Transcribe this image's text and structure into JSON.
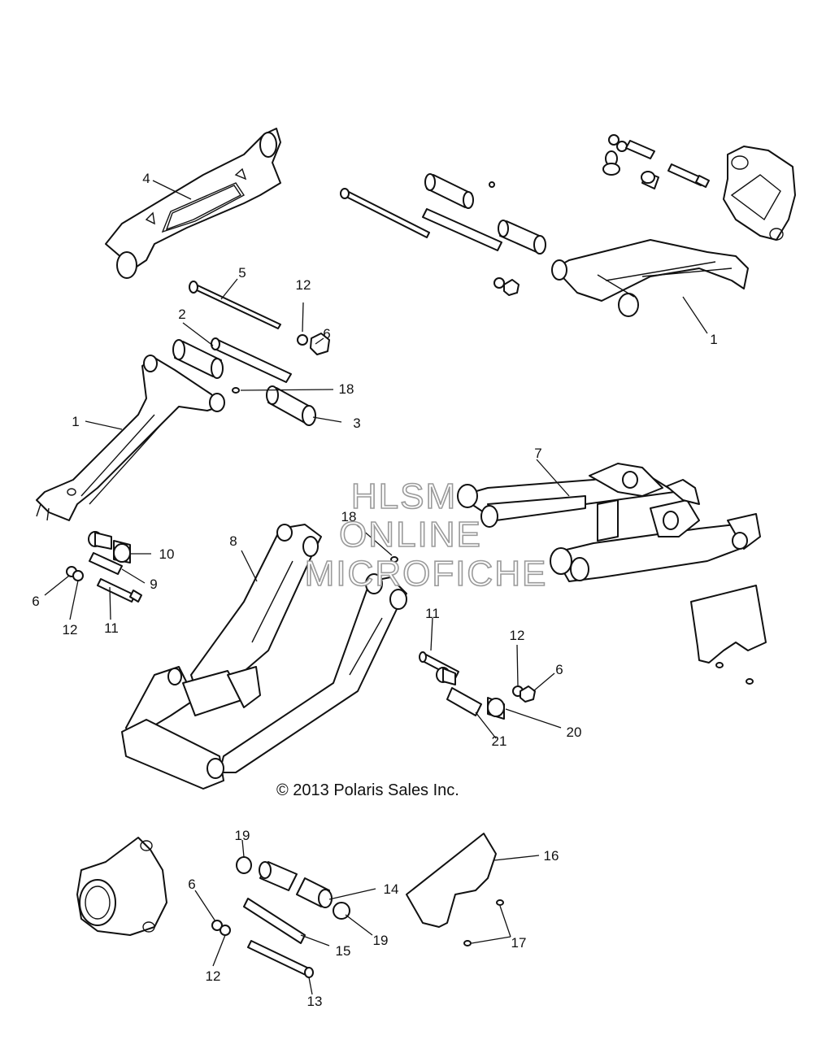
{
  "watermark": {
    "line1": "HLSM",
    "line2": "ONLINE",
    "line3": "MICROFICHE"
  },
  "copyright": "© 2013 Polaris Sales Inc.",
  "callouts": [
    "4",
    "5",
    "12",
    "6",
    "2",
    "18",
    "3",
    "1",
    "1",
    "7",
    "8",
    "18",
    "10",
    "9",
    "6",
    "12",
    "11",
    "11",
    "12",
    "6",
    "20",
    "21",
    "16",
    "19",
    "6",
    "14",
    "19",
    "15",
    "12",
    "13",
    "17"
  ],
  "colors": {
    "line": "#111111",
    "watermark_outline": "#9a9a9a",
    "background": "#ffffff"
  }
}
